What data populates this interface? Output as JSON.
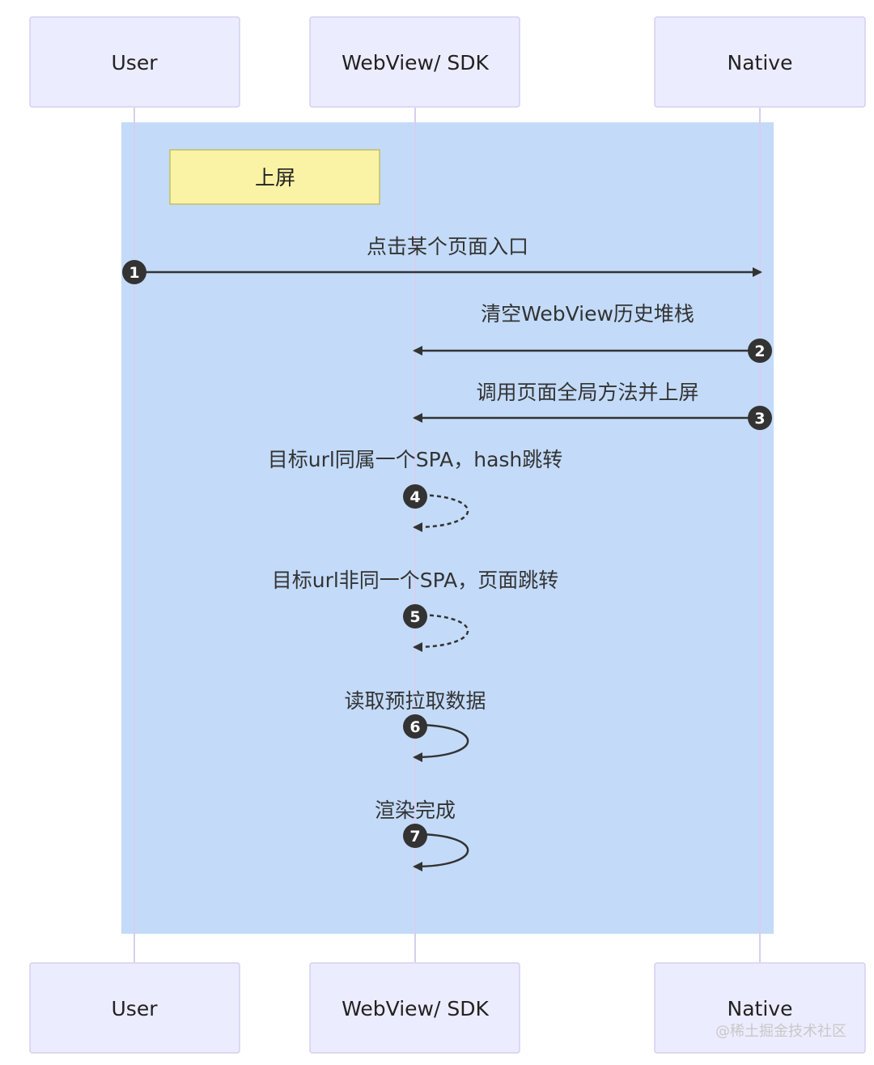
{
  "actors": [
    {
      "id": "user",
      "label": "User"
    },
    {
      "id": "webview",
      "label": "WebView/ SDK"
    },
    {
      "id": "native",
      "label": "Native"
    }
  ],
  "note": {
    "text": "上屏"
  },
  "messages": [
    {
      "seq": "1",
      "text": "点击某个页面入口",
      "from": "user",
      "to": "native",
      "style": "solid"
    },
    {
      "seq": "2",
      "text": "清空WebView历史堆栈",
      "from": "native",
      "to": "webview",
      "style": "solid"
    },
    {
      "seq": "3",
      "text": "调用页面全局方法并上屏",
      "from": "native",
      "to": "webview",
      "style": "solid"
    },
    {
      "seq": "4",
      "text": "目标url同属一个SPA，hash跳转",
      "from": "webview",
      "to": "webview",
      "style": "dashed"
    },
    {
      "seq": "5",
      "text": "目标url非同一个SPA，页面跳转",
      "from": "webview",
      "to": "webview",
      "style": "dashed"
    },
    {
      "seq": "6",
      "text": "读取预拉取数据",
      "from": "webview",
      "to": "webview",
      "style": "solid"
    },
    {
      "seq": "7",
      "text": "渲染完成",
      "from": "webview",
      "to": "webview",
      "style": "solid"
    }
  ],
  "watermark": "@稀土掘金技术社区",
  "colors": {
    "actor_fill": "#ECECFF",
    "actor_border": "#D3D0F0",
    "highlight_block": "#C3DBF9",
    "note_fill": "#FAF3A6",
    "arrow": "#333333"
  }
}
